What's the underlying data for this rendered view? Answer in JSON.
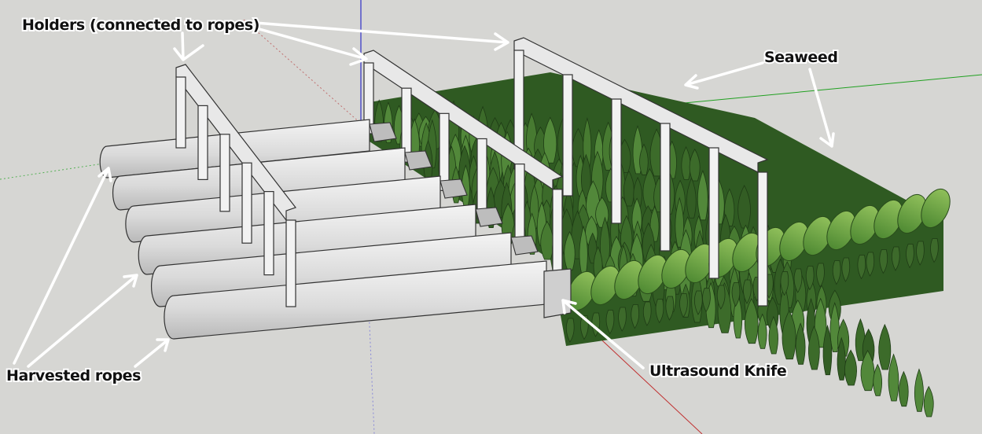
{
  "scene": {
    "title": "Seaweed harvesting rig",
    "background_color": "#d6d6d3",
    "rope_color": "#dcdcdc",
    "holder_color": "#e8e8e8",
    "seaweed_color": "#3f6e2d",
    "knife_color": "#cfcfcf"
  },
  "labels": {
    "holders": "Holders (connected to ropes)",
    "seaweed": "Seaweed",
    "harvested_ropes": "Harvested ropes",
    "ultrasound_knife": "Ultrasound Knife"
  },
  "counts": {
    "harvested_ropes": 6,
    "holder_frames": 3,
    "knives": 6
  }
}
